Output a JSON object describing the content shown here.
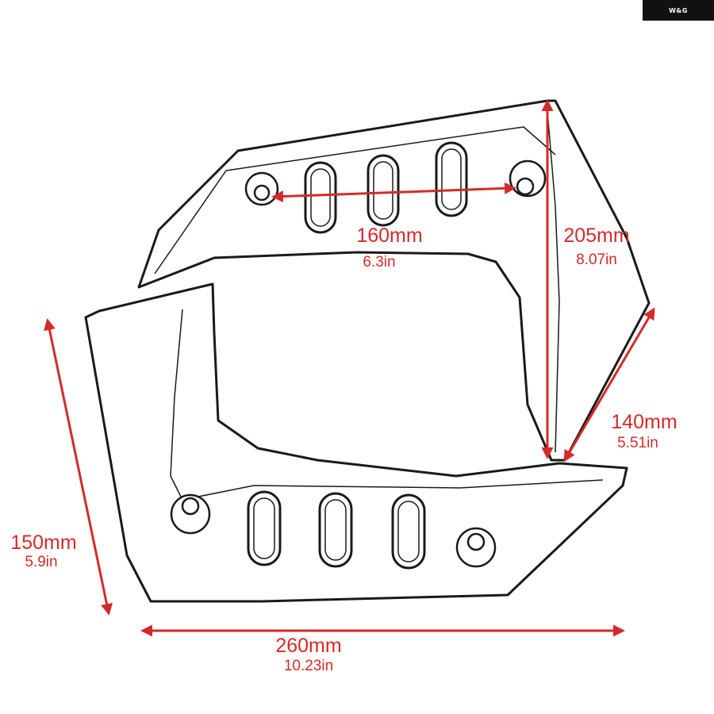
{
  "brand": {
    "logo_text": "W&G"
  },
  "colors": {
    "dimension": "#d42a2a",
    "outline": "#1a1a1a",
    "badge": "#111111"
  },
  "dimensions": {
    "hole_spacing": {
      "mm": "160mm",
      "inch": "6.3in"
    },
    "height": {
      "mm": "205mm",
      "inch": "8.07in"
    },
    "side_edge": {
      "mm": "140mm",
      "inch": "5.51in"
    },
    "left_height": {
      "mm": "150mm",
      "inch": "5.9in"
    },
    "bottom_length": {
      "mm": "260mm",
      "inch": "10.23in"
    }
  }
}
